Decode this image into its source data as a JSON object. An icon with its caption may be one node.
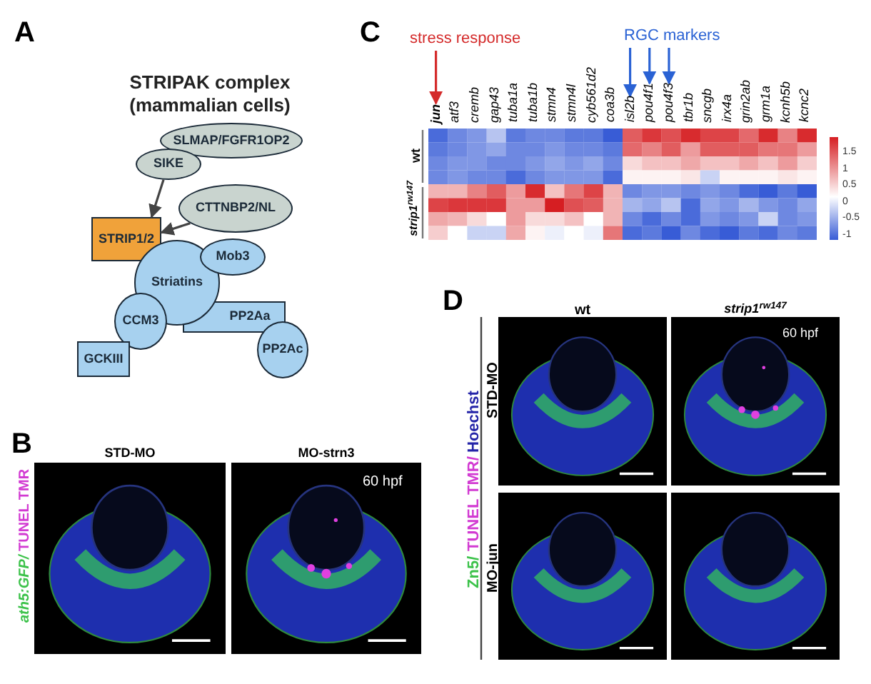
{
  "diagram": {
    "nodes": [
      {
        "text": [
          "SLMAP/FGFR1OP2"
        ]
      },
      {
        "text": [
          "SIKE"
        ]
      },
      {
        "text": [
          "CTTNBP2/NL"
        ]
      },
      {
        "text": [
          "STRIP1/2"
        ]
      },
      {
        "text": [
          "Striatins"
        ]
      },
      {
        "text": [
          "Mob3"
        ]
      },
      {
        "text": [
          "PP2Aa"
        ]
      },
      {
        "text": [
          "CCM3"
        ]
      },
      {
        "text": [
          "PP2Ac"
        ]
      },
      {
        "text": [
          "GCKIII"
        ]
      },
      {
        "text": [
          "stress response"
        ]
      },
      {
        "text": [
          "RGC markers"
        ]
      },
      {
        "text": [
          "jun"
        ]
      },
      {
        "text": [
          "isl2b"
        ]
      },
      {
        "text": [
          "pou4f1"
        ]
      },
      {
        "text": [
          "pou4f3"
        ]
      }
    ],
    "edges": [
      {
        "from": 1,
        "to": 3,
        "arrow": "to",
        "color": "#444444"
      },
      {
        "from": 2,
        "to": 3,
        "arrow": "to",
        "color": "#444444"
      },
      {
        "from": 10,
        "to": 12,
        "arrow": "to",
        "color": "#d42a2a"
      },
      {
        "from": 11,
        "to": 13,
        "arrow": "to",
        "color": "#2a62d4"
      },
      {
        "from": 11,
        "to": 14,
        "arrow": "to",
        "color": "#2a62d4"
      },
      {
        "from": 11,
        "to": 15,
        "arrow": "to",
        "color": "#2a62d4"
      }
    ],
    "labels": [
      "A",
      "STRIPAK complex (mammalian cells)",
      "C",
      "atf3",
      "cremb",
      "gap43",
      "tuba1a",
      "tuba1b",
      "stmn4",
      "stmn4l",
      "cyb561d2",
      "coa3b",
      "tbr1b",
      "sncgb",
      "irx4a",
      "grin2ab",
      "grm1a",
      "kcnh5b",
      "kcnc2",
      "wt",
      "strip1$^{rw147}$",
      "1.5",
      "1",
      "0.5",
      "0",
      "-0.5",
      "-1",
      "B",
      "STD-MO",
      "MO-strn3",
      "60 hpf",
      "ath5:GFP/",
      "TUNEL TMR",
      "D",
      "wt",
      "strip1$^{rw147}$",
      "60 hpf",
      "STD-MO",
      "MO-jun",
      "Zn5/",
      "TUNEL TMR/",
      "Hoechst"
    ]
  }
}
